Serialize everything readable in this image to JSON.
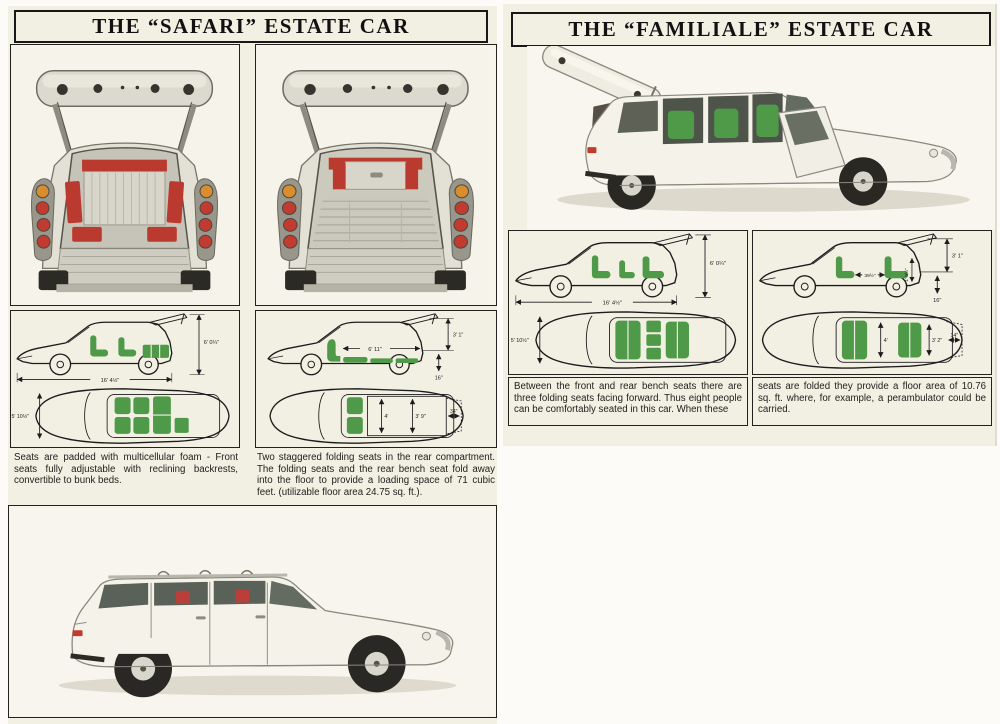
{
  "palette": {
    "paper": "#f2efe3",
    "ink": "#1c1c1c",
    "seat_green": "#4f9a48",
    "upholstery_red": "#bb3a30",
    "photo_bg": "#f6f4ec"
  },
  "safari": {
    "title": "THE “SAFARI” ESTATE CAR",
    "panel1": {
      "dim_height": "6' 0¼\"",
      "dim_length": "16' 4½\"",
      "dim_width": "5' 10½\"",
      "caption": "Seats are padded with multicellular foam - Front seats fully adjustable with reclining backrests, convertible to bunk beds."
    },
    "panel2": {
      "dim_load_length": "6' 11\"",
      "dim_opening_height": "3' 1\"",
      "dim_sill_height": "16\"",
      "dim_floor_width": "4'",
      "dim_rear_floor": "3' 9\"",
      "dim_opening_width": "34\"",
      "caption": "Two staggered folding seats in the rear compartment. The folding seats and the rear bench seat fold away into the floor to provide a loading space of 71 cubic feet. (utilizable floor area 24.75 sq. ft.)."
    }
  },
  "familiale": {
    "title": "THE “FAMILIALE” ESTATE CAR",
    "panelA": {
      "dim_height": "6' 0¼\"",
      "dim_length": "16' 4½\"",
      "dim_width": "5' 10½\""
    },
    "panelB": {
      "dim_opening_height": "3' 1\"",
      "dim_seat_gap": "39½\"",
      "dim_seat_height": "1' 9½\"",
      "dim_sill_height": "16\"",
      "dim_floor_width": "4'",
      "dim_bench_width": "3' 2\"",
      "dim_rear_edge": "14\""
    },
    "caption_left": "Between the front and rear bench seats there are three folding seats facing forward. Thus eight people can be comfortably seated in this car. When these",
    "caption_right": "seats are folded they provide a floor area of 10.76 sq. ft. where, for example, a perambulator could be carried."
  }
}
